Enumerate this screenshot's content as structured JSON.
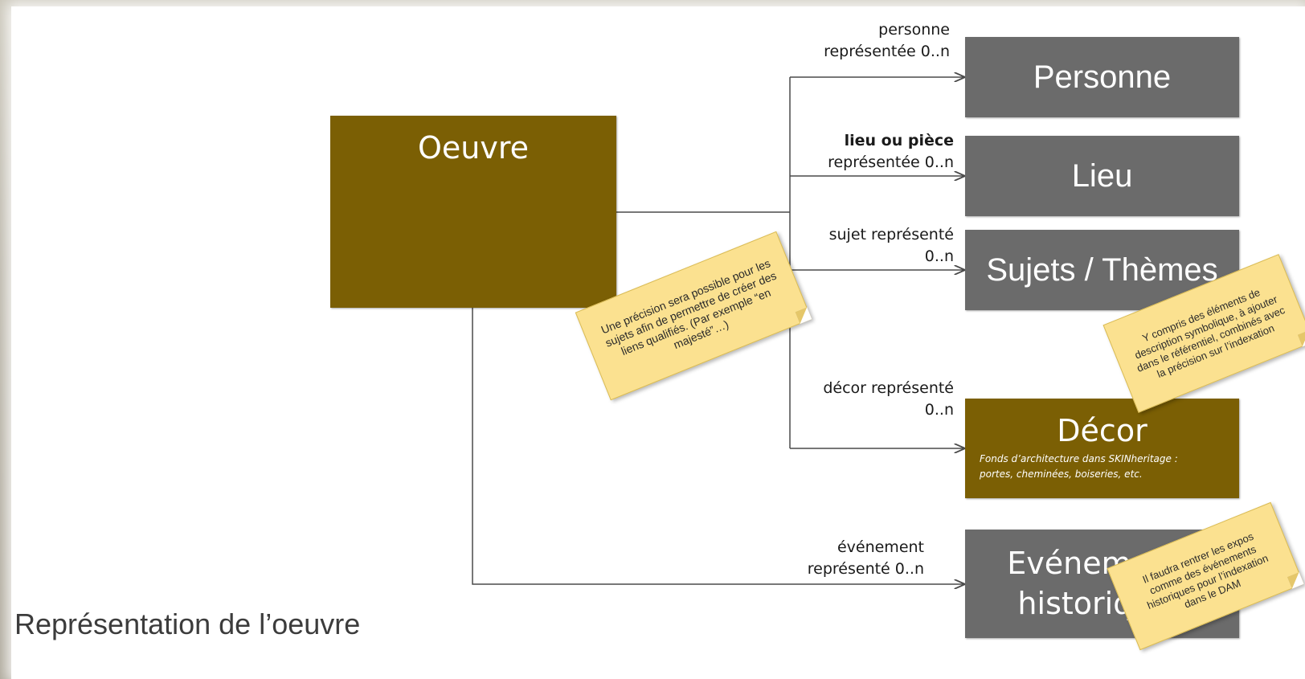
{
  "diagram": {
    "center": {
      "title": "Oeuvre",
      "color": "#7b5f04"
    },
    "targets": [
      {
        "id": "personne",
        "title": "Personne",
        "color": "#6b6b6b"
      },
      {
        "id": "lieu",
        "title": "Lieu",
        "color": "#6b6b6b"
      },
      {
        "id": "sujets",
        "title": "Sujets / Thèmes",
        "color": "#6b6b6b"
      },
      {
        "id": "decor",
        "title": "Décor",
        "subtitle_lines": [
          "Fonds d’architecture dans SKINheritage :",
          "portes, cheminées, boiseries, etc."
        ],
        "color": "#7b5f04"
      },
      {
        "id": "evenement",
        "title_lines": [
          "Evénements",
          "historiques"
        ],
        "color": "#6b6b6b"
      }
    ],
    "relations": {
      "personne": [
        "personne",
        "représentée 0..n"
      ],
      "lieu": [
        "lieu ou pièce",
        "représentée 0..n"
      ],
      "sujet": [
        "sujet représenté",
        "0..n"
      ],
      "decor": [
        "décor représenté",
        "0..n"
      ],
      "evenement": [
        "événement",
        "représenté 0..n"
      ]
    },
    "notes": {
      "sujets_precision": "Une précision sera possible pour les sujets afin de permettre de créer des liens qualifiés. (Par exemple “en majesté”…)",
      "symbolique": "Y compris des éléments de description symbolique, à ajouter dans le référentiel, combinés avec la précision sur l’indexation",
      "expos": "Il faudra rentrer les expos comme des événements historiques pour l’indexation dans le DAM"
    },
    "note_color": "#fbe190",
    "line_color": "#4a4a4a"
  },
  "slide_title": "Représentation de l’oeuvre"
}
